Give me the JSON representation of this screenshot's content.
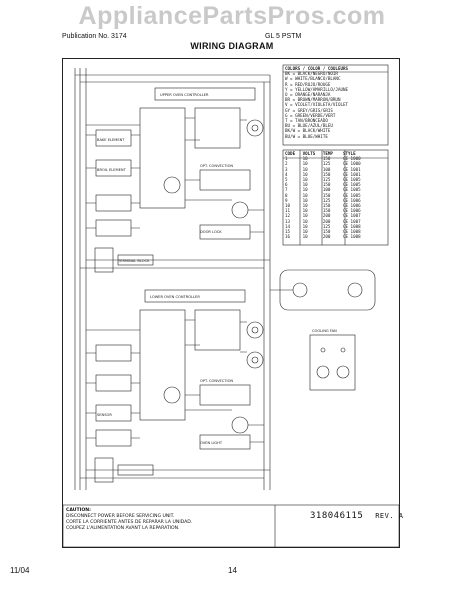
{
  "watermark": "AppliancePartsPros.com",
  "header": {
    "brand": "Publication No. 3174",
    "model_code": "GL 5 PSTM",
    "title": "WIRING DIAGRAM"
  },
  "colors_legend": {
    "heading": "COLORS / COLOR / COULEURS",
    "entries": [
      "BK = BLACK/NEGRO/NOIR",
      "W = WHITE/BLANCO/BLANC",
      "R = RED/ROJO/ROUGE",
      "Y = YELLOW/AMARILLO/JAUNE",
      "O = ORANGE/NARANJA",
      "BR = BROWN/MARRON/BRUN",
      "V = VIOLET/VIOLETA/VIOLET",
      "GY = GREY/GRIS/GRIS",
      "G = GREEN/VERDE/VERT",
      "T = TAN/BRONCEADO",
      "BU = BLUE/AZUL/BLEU",
      "BK/W = BLACK/WHITE",
      "BU/W = BLUE/WHITE"
    ]
  },
  "style_table": {
    "headers": [
      "CODE",
      "VOLTS",
      "TEMP",
      "STYLE"
    ],
    "rows": [
      [
        "1",
        "10",
        "150",
        "CE 1000"
      ],
      [
        "2",
        "10",
        "125",
        "CE 1000"
      ],
      [
        "3",
        "10",
        "100",
        "CE 1001"
      ],
      [
        "4",
        "10",
        "150",
        "CE 1001"
      ],
      [
        "5",
        "10",
        "125",
        "CE 1005"
      ],
      [
        "6",
        "10",
        "150",
        "CE 1005"
      ],
      [
        "7",
        "10",
        "100",
        "CE 1005"
      ],
      [
        "8",
        "10",
        "150",
        "CE 1005"
      ],
      [
        "9",
        "10",
        "125",
        "CE 1006"
      ],
      [
        "10",
        "10",
        "150",
        "CE 1006"
      ],
      [
        "11",
        "10",
        "150",
        "CE 1006"
      ],
      [
        "12",
        "10",
        "200",
        "CE 1007"
      ],
      [
        "13",
        "10",
        "200",
        "CE 1007"
      ],
      [
        "14",
        "10",
        "125",
        "CE 1008"
      ],
      [
        "15",
        "10",
        "150",
        "CE 1008"
      ],
      [
        "16",
        "10",
        "200",
        "CE 1008"
      ]
    ]
  },
  "labels": {
    "upper_controller": "UPPER OVEN CONTROLLER",
    "lower_controller": "LOWER OVEN CONTROLLER",
    "convection_upper": "OPT. CONVECTION",
    "convection_lower": "OPT. CONVECTION",
    "bake_element": "BAKE ELEMENT",
    "broil_element": "BROIL ELEMENT",
    "door_lock": "DOOR LOCK",
    "oven_light": "OVEN LIGHT",
    "terminal_block": "TERMINAL BLOCK",
    "sensor": "SENSOR",
    "cooling_fan": "COOLING FAN"
  },
  "caution": {
    "label": "CAUTION:",
    "lines": [
      "DISCONNECT POWER BEFORE SERVICING UNIT.",
      "CORTE LA CORRIENTE ANTES DE REPARAR LA UNIDAD.",
      "COUPEZ L'ALIMENTATION AVANT LA REPARATION."
    ]
  },
  "part_number": "318046115",
  "revision": "REV. A",
  "footer": {
    "date": "11/04",
    "page": "14"
  }
}
